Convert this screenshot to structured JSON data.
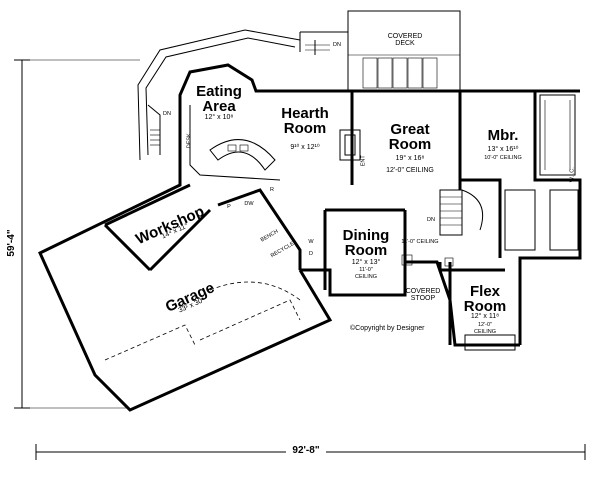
{
  "rooms": {
    "eating_area": {
      "name_line1": "Eating",
      "name_line2": "Area",
      "dims": "12° x 10⁸"
    },
    "hearth_room": {
      "name_line1": "Hearth",
      "name_line2": "Room",
      "dims": "9¹⁰ x 12¹⁰"
    },
    "great_room": {
      "name_line1": "Great",
      "name_line2": "Room",
      "dims": "19° x 16⁸",
      "ceiling": "12'-0\" CEILING"
    },
    "master_bedroom": {
      "name": "Mbr.",
      "dims": "13° x 16¹⁰",
      "ceiling": "10'-0\" CEILING"
    },
    "workshop": {
      "name": "Workshop",
      "dims": "14⁴ x 11°"
    },
    "dining_room": {
      "name_line1": "Dining",
      "name_line2": "Room",
      "dims": "12° x 13°",
      "ceiling_line1": "11'-0\"",
      "ceiling_line2": "CEILING"
    },
    "garage": {
      "name": "Garage",
      "dims": "33² x 30⁴"
    },
    "flex_room": {
      "name_line1": "Flex",
      "name_line2": "Room",
      "dims": "12° x 11⁸",
      "ceiling_line1": "12'-0\"",
      "ceiling_line2": "CEILING"
    }
  },
  "labels": {
    "covered_deck_line1": "COVERED",
    "covered_deck_line2": "DECK",
    "covered_stoop_line1": "COVERED",
    "covered_stoop_line2": "STOOP",
    "foyer_ceiling": "11'-0\" CEILING",
    "copyright": "©Copyright by Designer",
    "dn_top": "DN",
    "dn_left": "DN",
    "dn_stair": "DN",
    "desk": "DESK",
    "ent": "ENT",
    "bench": "BENCH",
    "recycle": "RECYCLE",
    "pantry": "P",
    "dw": "DW",
    "r": "R",
    "w": "W",
    "d": "D",
    "wic": "W.I.C."
  },
  "dimensions": {
    "overall_width": "92'-8\"",
    "overall_depth": "59'-4\""
  }
}
